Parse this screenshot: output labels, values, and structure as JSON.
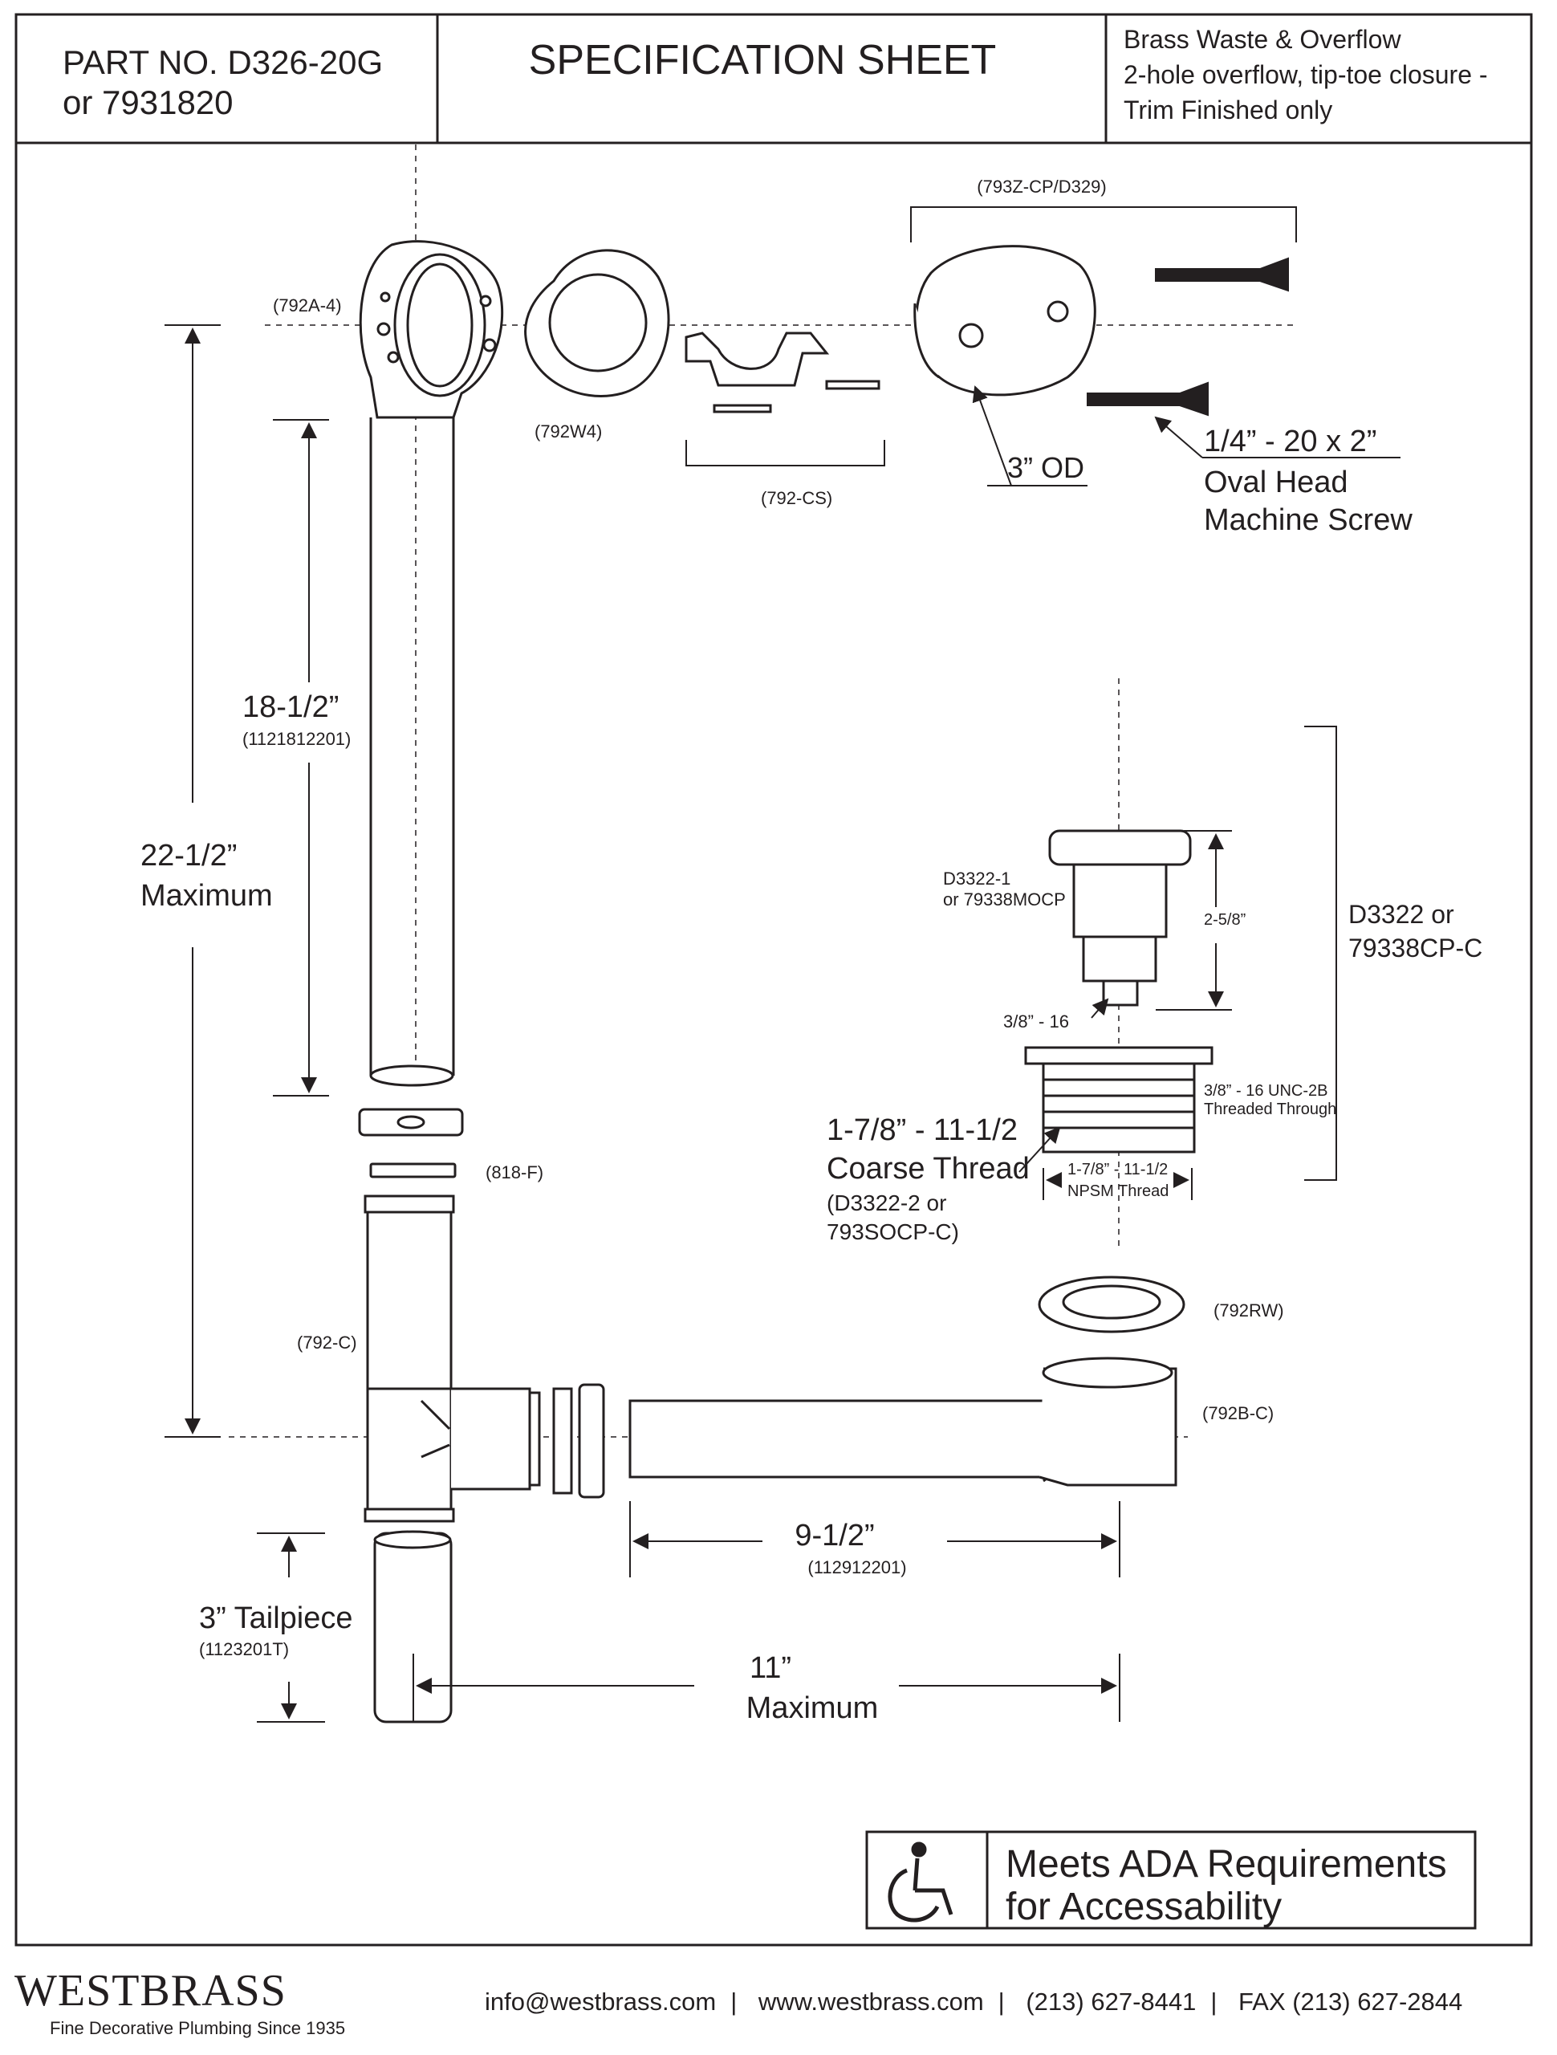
{
  "header": {
    "part_no_line1": "PART NO.   D326-20G",
    "part_no_line2": "or 7931820",
    "title": "SPECIFICATION SHEET",
    "desc_line1": "Brass Waste & Overflow",
    "desc_line2": "2-hole overflow, tip-toe closure -",
    "desc_line3": "Trim Finished only"
  },
  "labels": {
    "elbow": "(792A-4)",
    "washer": "(792W4)",
    "stop": "(792-CS)",
    "faceplate": "(793Z-CP/D329)",
    "od": "3” OD",
    "screw_line1": "1/4” - 20 x 2”",
    "screw_line2": "Oval Head",
    "screw_line3": "Machine Screw",
    "dim_18_value": "18-1/2”",
    "dim_18_part": "(1121812201)",
    "dim_22_value": "22-1/2”",
    "dim_22_word": "Maximum",
    "nut": "(818-F)",
    "tee": "(792-C)",
    "drain_gasket": "(792RW)",
    "shoe": "(792B-C)",
    "dim_9_value": "9-1/2”",
    "dim_9_part": "(112912201)",
    "tail_value": "3” Tailpiece",
    "tail_part": "(1123201T)",
    "dim_11_value": "11”",
    "dim_11_word": "Maximum",
    "stopper_line1": "D3322-1",
    "stopper_line2": "or 79338MOCP",
    "stopper_height": "2-5/8”",
    "stopper_thread": "3/8” - 16",
    "assembly_line1": "D3322 or",
    "assembly_line2": "79338CP-C",
    "body_thread_line1": "3/8” - 16 UNC-2B",
    "body_thread_line2": "Threaded Through",
    "coarse_line1": "1-7/8” - 11-1/2",
    "coarse_line2": "Coarse Thread",
    "coarse_line3": "(D3322-2 or",
    "coarse_line4": "793SOCP-C)",
    "npsm_line1": "1-7/8” - 11-1/2",
    "npsm_line2": "NPSM Thread"
  },
  "ada": {
    "icon": "wheelchair-icon",
    "line1": "Meets  ADA Requirements",
    "line2": "for Accessability"
  },
  "footer": {
    "brand": "WESTBRASS",
    "tagline": "Fine Decorative Plumbing Since 1935",
    "email": "info@westbrass.com",
    "website": "www.westbrass.com",
    "phone": "(213) 627-8441",
    "fax": "FAX (213) 627-2844"
  }
}
